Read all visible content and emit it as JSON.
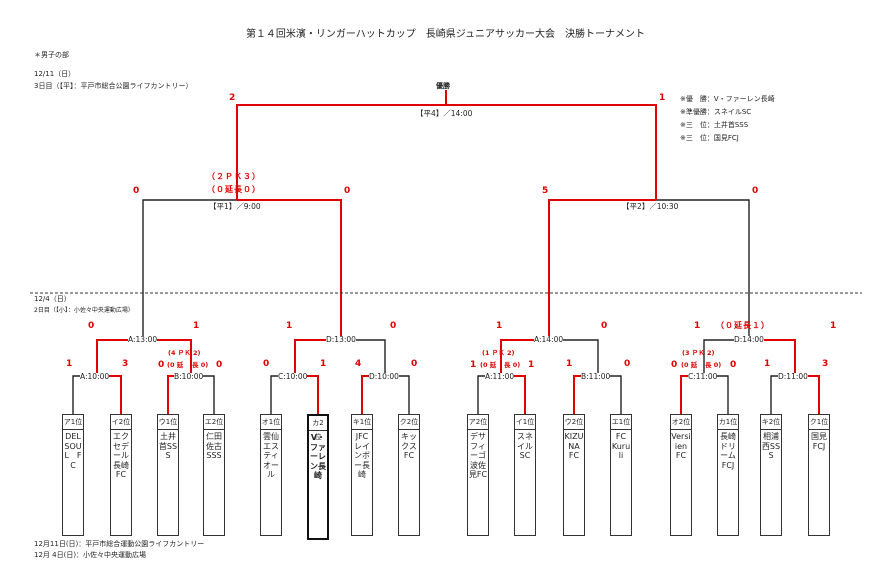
{
  "title": "第１４回米濱・リンガーハットカップ　長崎県ジュニアサッカー大会　決勝トーナメント",
  "category": "＊男子の部",
  "day3": {
    "date": "12/11（日）",
    "venue": "3日目（【平】：平戸市総合公園ライフカントリー）"
  },
  "day2": {
    "date": "12/4（日）",
    "venue": "2日目（【小】：小佐々中央運動広場）"
  },
  "final": {
    "label": "優勝",
    "match": "【平4】／14:00",
    "score_left": "2",
    "score_right": "1"
  },
  "results": {
    "winner": "※優　勝：V・ファーレン長崎",
    "runner_up": "※準優勝：スネイルSC",
    "third1": "※三　位：土井首SSS",
    "third2": "※三　位：国見FCJ"
  },
  "semis": [
    {
      "match": "【平1】／9:00",
      "score_left": "0",
      "score_right": "0",
      "pk": "（２ＰＫ３）",
      "et": "（０延長０）"
    },
    {
      "match": "【平2】／10:30",
      "score_left": "5",
      "score_right": "0"
    }
  ],
  "quarters": [
    {
      "match": "A:13:00",
      "score_left": "0",
      "score_right": "1"
    },
    {
      "match": "D:13:00",
      "score_left": "1",
      "score_right": "0"
    },
    {
      "match": "A:14:00",
      "score_left": "1",
      "score_right": "0"
    },
    {
      "match": "D:14:00",
      "score_left": "1",
      "score_right": "1",
      "et": "（０延長１）"
    }
  ],
  "r16": [
    {
      "match": "A:10:00",
      "score_left": "1",
      "score_right": "3"
    },
    {
      "match": "B:10:00",
      "score_left": "0",
      "score_right": "0",
      "pk": "(4 ＰＫ 2)",
      "et_left": "(0 延",
      "et_right": "長 0)"
    },
    {
      "match": "C:10:00",
      "score_left": "0",
      "score_right": "1"
    },
    {
      "match": "D:10:00",
      "score_left": "4",
      "score_right": "0"
    },
    {
      "match": "A:11:00",
      "score_left": "1",
      "score_right": "1",
      "pk": "(1 ＰＫ 2)",
      "et_left": "(0 延",
      "et_right": "長 0)"
    },
    {
      "match": "B:11:00",
      "score_left": "1",
      "score_right": "0"
    },
    {
      "match": "C:11:00",
      "score_left": "0",
      "score_right": "0",
      "pk": "(3 ＰＫ 2)",
      "et_left": "(0 延",
      "et_right": "長 0)"
    },
    {
      "match": "D:11:00",
      "score_left": "1",
      "score_right": "3"
    }
  ],
  "teams": [
    {
      "seed": "ア1位",
      "name": "DELSOUL　FC",
      "winner": false
    },
    {
      "seed": "イ2位",
      "name": "エクセデール長崎FC",
      "winner": false
    },
    {
      "seed": "ウ1位",
      "name": "土井首SSS",
      "winner": false
    },
    {
      "seed": "エ2位",
      "name": "仁田佐古SSS",
      "winner": false
    },
    {
      "seed": "オ1位",
      "name": "雲仙エスティオール",
      "winner": false
    },
    {
      "seed": "カ2位",
      "name": "V・ファーレン長崎",
      "winner": true
    },
    {
      "seed": "キ1位",
      "name": "JFCレインボー長崎",
      "winner": false
    },
    {
      "seed": "ク2位",
      "name": "キックスFC",
      "winner": false
    },
    {
      "seed": "ア2位",
      "name": "デサフィーゴ波佐見FC",
      "winner": false
    },
    {
      "seed": "イ1位",
      "name": "スネイルSC",
      "winner": false
    },
    {
      "seed": "ウ2位",
      "name": "KIZUNA　FC",
      "winner": false
    },
    {
      "seed": "エ1位",
      "name": "FC　Kuruli",
      "winner": false
    },
    {
      "seed": "オ2位",
      "name": "Versiien　FC",
      "winner": false
    },
    {
      "seed": "カ1位",
      "name": "長崎ドリームFCJ",
      "winner": false
    },
    {
      "seed": "キ2位",
      "name": "相浦西SSS",
      "winner": false
    },
    {
      "seed": "ク1位",
      "name": "国見FCJ",
      "winner": false
    }
  ],
  "legend": [
    "12月11日(日)：平戸市総合運動公園ライフカントリー",
    "12月 4日(日)：小佐々中央運動広場"
  ]
}
